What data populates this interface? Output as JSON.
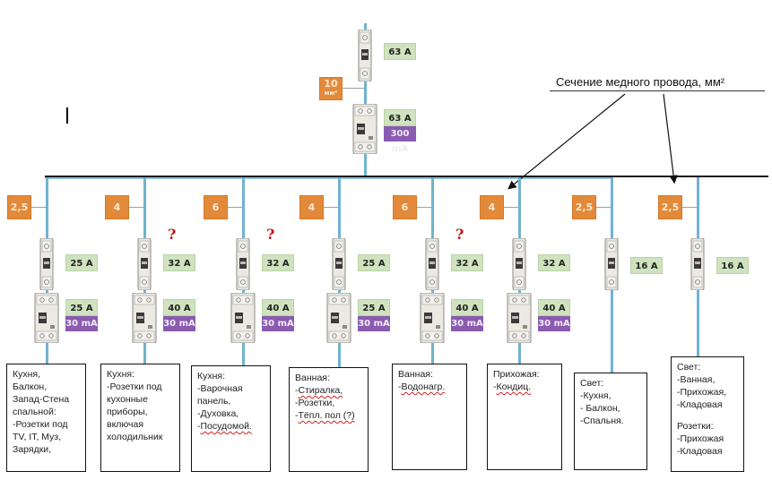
{
  "main_feed": {
    "breaker_rating": "63 A",
    "section_value": "10",
    "section_unit": "мм²",
    "rcd_rating": "63 A",
    "rcd_leakage": "300 mA"
  },
  "legend": {
    "label": "Сечение  медного провода, мм²"
  },
  "colors": {
    "wire": "#6fb3cf",
    "section_box": "#e28a3a",
    "rating_box": "#cfe3bf",
    "leakage_box": "#8a5bb0",
    "question_mark": "#c01818"
  },
  "circuits": [
    {
      "section": "2,5",
      "breaker": "25 A",
      "rcd": "25 A",
      "leakage": "30 mA",
      "question": "",
      "description": [
        "Кухня,",
        "Балкон,",
        "Запад-Стена",
        "спальной:",
        "-Розетки под",
        "TV, IT, Муз,",
        "Зарядки,"
      ]
    },
    {
      "section": "4",
      "breaker": "32 A",
      "rcd": "40 A",
      "leakage": "30 mA",
      "question": "?",
      "description": [
        "Кухня:",
        "-Розетки под",
        "кухонные",
        "приборы,",
        "включая",
        "холодильник"
      ]
    },
    {
      "section": "6",
      "breaker": "32 A",
      "rcd": "40 A",
      "leakage": "30 mA",
      "question": "?",
      "description": [
        "Кухня:",
        "-Варочная",
        "панель,",
        "-Духовка,",
        "-Посудомой."
      ]
    },
    {
      "section": "4",
      "breaker": "25 A",
      "rcd": "25 A",
      "leakage": "30 mA",
      "question": "",
      "description": [
        "Ванная:",
        "-Стиралка,",
        "-Розетки,",
        "-Тёпл. пол (?)"
      ]
    },
    {
      "section": "6",
      "breaker": "32 A",
      "rcd": "40 A",
      "leakage": "30 mA",
      "question": "?",
      "description": [
        "Ванная:",
        "-Водонагр."
      ]
    },
    {
      "section": "4",
      "breaker": "32 A",
      "rcd": "40 A",
      "leakage": "30 mA",
      "question": "",
      "description": [
        "Прихожая:",
        "-Кондиц."
      ]
    },
    {
      "section": "2,5",
      "breaker": "16 A",
      "rcd": "",
      "leakage": "",
      "question": "",
      "description": [
        "Свет:",
        "-Кухня,",
        "- Балкон,",
        "-Спальня."
      ]
    },
    {
      "section": "2,5",
      "breaker": "16 A",
      "rcd": "",
      "leakage": "",
      "question": "",
      "description": [
        "Свет:",
        "-Ванная,",
        "-Прихожая,",
        "-Кладовая",
        "",
        "Розетки:",
        "-Прихожая",
        "-Кладовая"
      ]
    }
  ]
}
